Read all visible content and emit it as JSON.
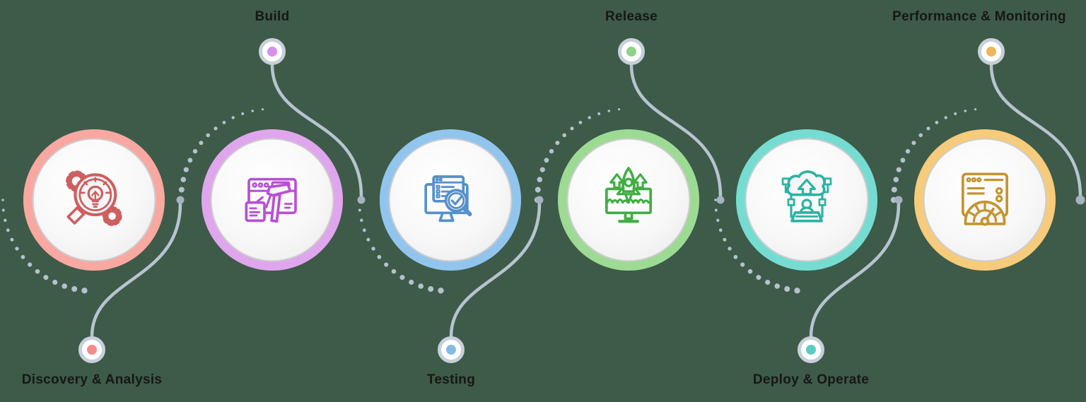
{
  "canvas": {
    "background_color": "#3d5b48"
  },
  "connectors": {
    "line_color": "#b7c4d0",
    "dotted_arc_color": "#b4c1ce",
    "junction_dot_color": "#a5b2c0",
    "milestone_ring_color": "#c6d0da",
    "milestone_fill_color": "#ffffff"
  },
  "stages": [
    {
      "id": "discovery",
      "label": "Discovery & Analysis",
      "label_position": "bottom",
      "ring_color": "#f9a8a1",
      "icon_color": "#cd5f5f",
      "milestone_dot_color": "#f58c8c",
      "icon": "magnifier-lightbulb-gears-icon"
    },
    {
      "id": "build",
      "label": "Build",
      "label_position": "top",
      "ring_color": "#e0a6ed",
      "icon_color": "#b750d4",
      "milestone_dot_color": "#d78fe7",
      "icon": "code-window-hammer-icon"
    },
    {
      "id": "testing",
      "label": "Testing",
      "label_position": "bottom",
      "ring_color": "#92c5ee",
      "icon_color": "#5590cb",
      "milestone_dot_color": "#84bbe7",
      "icon": "monitor-magnifier-check-icon"
    },
    {
      "id": "release",
      "label": "Release",
      "label_position": "top",
      "ring_color": "#9ddb95",
      "icon_color": "#3fae43",
      "milestone_dot_color": "#8fd28b",
      "icon": "rocket-launch-monitor-icon"
    },
    {
      "id": "deploy",
      "label": "Deploy & Operate",
      "label_position": "bottom",
      "ring_color": "#76dcd1",
      "icon_color": "#2cb3a4",
      "milestone_dot_color": "#58cec0",
      "icon": "cloud-upload-operator-icon"
    },
    {
      "id": "performance",
      "label": "Performance & Monitoring",
      "label_position": "top",
      "ring_color": "#f6cb7c",
      "icon_color": "#c3942f",
      "milestone_dot_color": "#f0b45b",
      "icon": "speedometer-dashboard-icon"
    }
  ]
}
